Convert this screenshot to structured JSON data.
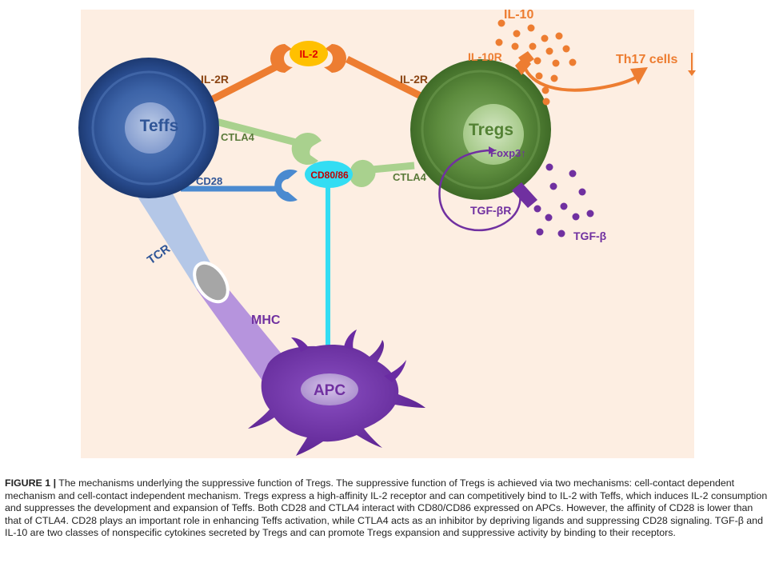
{
  "labels": {
    "teffs": "Teffs",
    "tregs": "Tregs",
    "apc": "APC",
    "il2": "IL-2",
    "il2r_left": "IL-2R",
    "il2r_right": "IL-2R",
    "ctla4_left": "CTLA4",
    "ctla4_right": "CTLA4",
    "cd28": "CD28",
    "cd80_86": "CD80/86",
    "tcr": "TCR",
    "mhc": "MHC",
    "foxp3": "Foxp3↑",
    "tgfbr": "TGF-βR",
    "tgfb": "TGF-β",
    "il10": "IL-10",
    "il10r": "IL-10R",
    "th17": "Th17 cells",
    "down_arrow": "↓"
  },
  "colors": {
    "background": "#fdeee2",
    "teffs": "#2f5597",
    "tregs": "#548235",
    "apc": "#7030a0",
    "il2_pathway": "#ed7d31",
    "il2_ligand": "#ffc000",
    "il2_text": "#e00000",
    "ctla4": "#a9d18e",
    "cd28": "#4a8ad0",
    "cd80_86": "#33ddf3",
    "cd80_text": "#c00000",
    "tcr": "#b4c7e7",
    "mhc": "#b694dd",
    "tgfb": "#7030a0",
    "il10": "#ed7d31"
  },
  "caption": {
    "label": "FIGURE 1 |",
    "text": "The mechanisms underlying the suppressive function of Tregs. The suppressive function of Tregs is achieved via two mechanisms: cell-contact dependent mechanism and cell-contact independent mechanism. Tregs express a high-affinity IL-2 receptor and can competitively bind to IL-2 with Teffs, which induces IL-2 consumption and suppresses the development and expansion of Teffs. Both CD28 and CTLA4 interact with CD80/CD86 expressed on APCs. However, the affinity of CD28 is lower than that of CTLA4. CD28 plays an important role in enhancing Teffs activation, while CTLA4 acts as an inhibitor by depriving ligands and suppressing CD28 signaling. TGF-β and IL-10 are two classes of nonspecific cytokines secreted by Tregs and can promote Tregs expansion and suppressive activity by binding to their receptors."
  }
}
